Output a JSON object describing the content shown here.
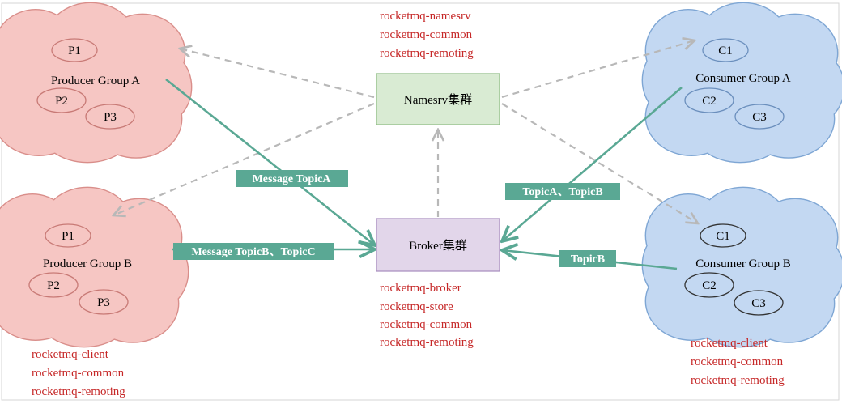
{
  "colors": {
    "producer_fill": "#f6c6c3",
    "producer_stroke": "#d98e8a",
    "consumer_fill": "#c3d8f2",
    "consumer_stroke": "#7ea6d4",
    "namesrv_fill": "#d9ebd3",
    "namesrv_stroke": "#8dbb82",
    "broker_fill": "#e2d6ea",
    "broker_stroke": "#a68bbd",
    "arrow_green": "#5aa894",
    "tag_fill": "#5aa894",
    "dashed_gray": "#b8b8b8",
    "module_red": "#c62828"
  },
  "producer_a": {
    "label": "Producer Group A",
    "p1": "P1",
    "p2": "P2",
    "p3": "P3"
  },
  "producer_b": {
    "label": "Producer Group B",
    "p1": "P1",
    "p2": "P2",
    "p3": "P3"
  },
  "consumer_a": {
    "label": "Consumer Group A",
    "c1": "C1",
    "c2": "C2",
    "c3": "C3"
  },
  "consumer_b": {
    "label": "Consumer Group B",
    "c1": "C1",
    "c2": "C2",
    "c3": "C3"
  },
  "namesrv": {
    "label": "Namesrv集群",
    "modules": [
      "rocketmq-namesrv",
      "rocketmq-common",
      "rocketmq-remoting"
    ]
  },
  "broker": {
    "label": "Broker集群",
    "modules": [
      "rocketmq-broker",
      "rocketmq-store",
      "rocketmq-common",
      "rocketmq-remoting"
    ]
  },
  "producer_modules": [
    "rocketmq-client",
    "rocketmq-common",
    "rocketmq-remoting"
  ],
  "consumer_modules": [
    "rocketmq-client",
    "rocketmq-common",
    "rocketmq-remoting"
  ],
  "tags": {
    "message_topic_a": "Message TopicA",
    "message_topic_bc": "Message TopicB、TopicC",
    "topic_a_b": "TopicA、TopicB",
    "topic_b": "TopicB"
  }
}
